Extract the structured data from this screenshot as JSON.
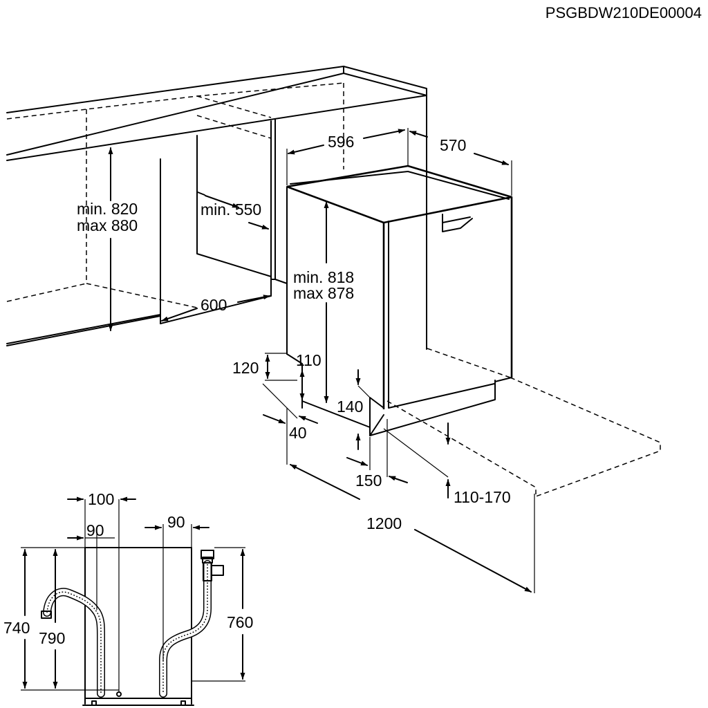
{
  "document_code": "PSGBDW210DE00004",
  "dimensions": {
    "worktop_height": [
      "min. 820",
      "max 880"
    ],
    "niche_depth": "min. 550",
    "niche_width": "600",
    "appliance_width": "596",
    "appliance_depth": "570",
    "appliance_height": [
      "min. 818",
      "max 878"
    ],
    "plinth_left": "120",
    "plinth_front": "110",
    "plinth_gap": "140",
    "plinth_recess": "40",
    "plinth_offset": "150",
    "plinth_height_range": "110-170",
    "door_swing": "1200"
  },
  "hose_dimensions": {
    "outlet_width": "100",
    "drain_offset": "90",
    "inlet_offset": "90",
    "drain_height": "740",
    "drain_max_height": "790",
    "inlet_height": "760"
  },
  "colors": {
    "line": "#000000",
    "background": "#ffffff"
  },
  "icons": [
    "arrowhead"
  ]
}
